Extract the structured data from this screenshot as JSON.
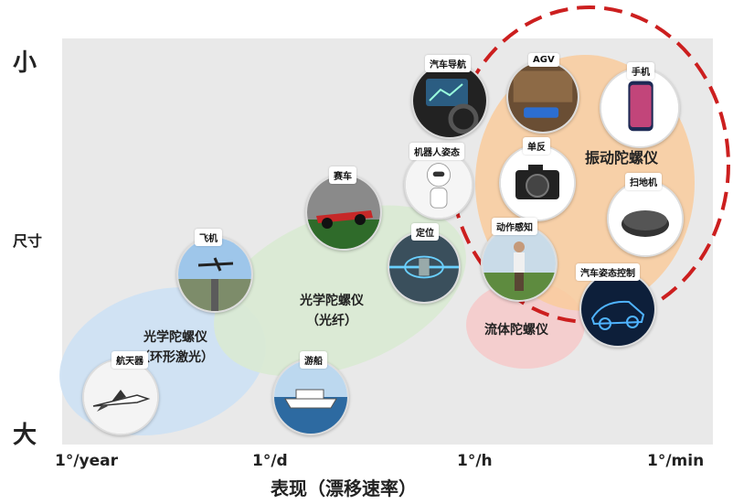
{
  "y_axis": {
    "top": "小",
    "middle": "尺寸",
    "bottom": "大"
  },
  "x_axis": {
    "title": "表现（漂移速率）",
    "ticks": [
      "1°/year",
      "1°/d",
      "1°/h",
      "1°/min"
    ]
  },
  "regions": [
    {
      "id": "ring",
      "lines": [
        "光学陀螺仪",
        "（环形激光）"
      ],
      "color": "#cfe2f3"
    },
    {
      "id": "fiber",
      "lines": [
        "光学陀螺仪",
        "（光纤）"
      ],
      "color": "#d9ead3"
    },
    {
      "id": "fluid",
      "lines": [
        "流体陀螺仪"
      ],
      "color": "#f4cccc"
    },
    {
      "id": "vibration",
      "lines": [
        "振动陀螺仪"
      ],
      "color": "#f9cb9c"
    }
  ],
  "nodes": [
    {
      "id": "spacecraft",
      "label": "航天器",
      "icon": "space-shuttle-icon"
    },
    {
      "id": "airplane",
      "label": "飞机",
      "icon": "airplane-icon"
    },
    {
      "id": "cruise",
      "label": "游船",
      "icon": "cruise-ship-icon"
    },
    {
      "id": "racecar",
      "label": "赛车",
      "icon": "race-car-icon"
    },
    {
      "id": "positioning",
      "label": "定位",
      "icon": "positioning-icon"
    },
    {
      "id": "robot",
      "label": "机器人姿态",
      "icon": "robot-icon"
    },
    {
      "id": "carnav",
      "label": "汽车导航",
      "icon": "car-navigation-icon"
    },
    {
      "id": "agv",
      "label": "AGV",
      "icon": "agv-icon"
    },
    {
      "id": "phone",
      "label": "手机",
      "icon": "smartphone-icon"
    },
    {
      "id": "dslr",
      "label": "单反",
      "icon": "camera-icon"
    },
    {
      "id": "vacuum",
      "label": "扫地机",
      "icon": "robot-vacuum-icon"
    },
    {
      "id": "motion",
      "label": "动作感知",
      "icon": "golfer-icon"
    },
    {
      "id": "carattitude",
      "label": "汽车姿态控制",
      "icon": "car-attitude-icon"
    }
  ],
  "highlight": {
    "style": "dashed",
    "color": "#cc1f1f"
  }
}
